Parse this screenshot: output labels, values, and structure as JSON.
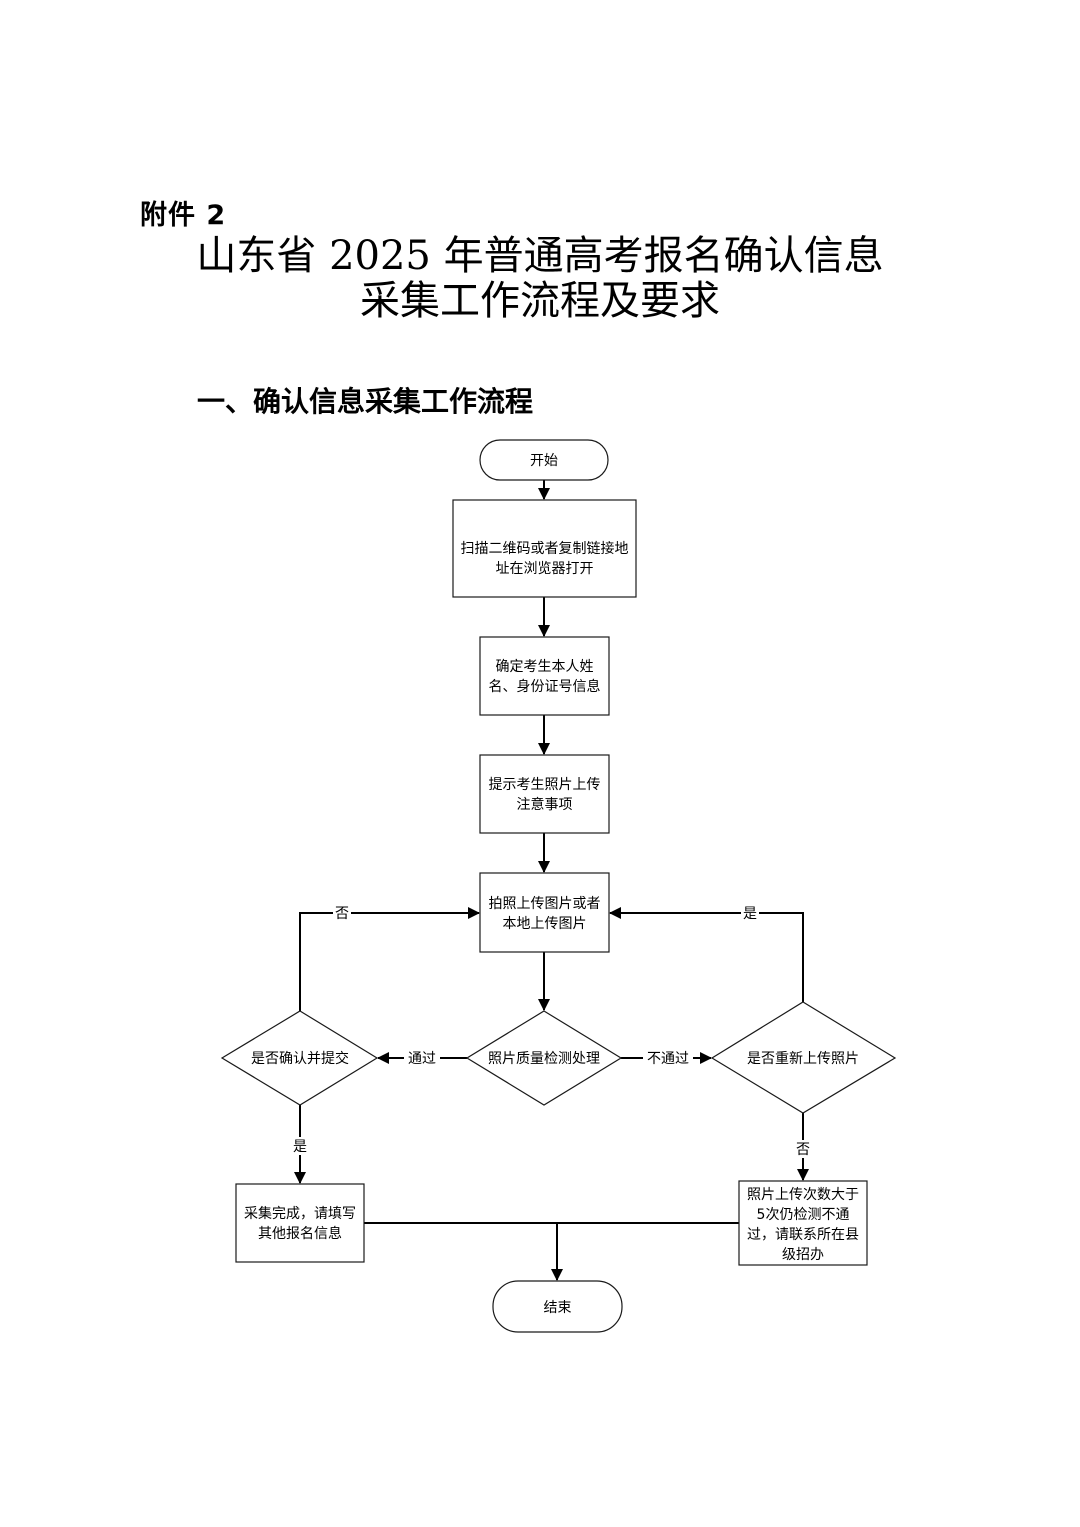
{
  "document": {
    "annex_label": "附件 2",
    "title_line1": "山东省 2025 年普通高考报名确认信息",
    "title_line2": "采集工作流程及要求",
    "section_heading": "一、确认信息采集工作流程"
  },
  "flowchart": {
    "start": "开始",
    "step1": [
      "扫描二维码或者复制链接地",
      "址在浏览器打开"
    ],
    "step2": [
      "确定考生本人姓",
      "名、身份证号信息"
    ],
    "step3": [
      "提示考生照片上传",
      "注意事项"
    ],
    "step4": [
      "拍照上传图片或者",
      "本地上传图片"
    ],
    "decision_quality": "照片质量检测处理",
    "decision_confirm": "是否确认并提交",
    "decision_reupload": "是否重新上传照片",
    "result_complete": [
      "采集完成，请填写",
      "其他报名信息"
    ],
    "result_contact": [
      "照片上传次数大于",
      "5次仍检测不通",
      "过，请联系所在县",
      "级招办"
    ],
    "end": "结束",
    "edge_labels": {
      "pass": "通过",
      "fail": "不通过",
      "confirm_no": "否",
      "confirm_yes": "是",
      "reupload_yes": "是",
      "reupload_no": "否"
    }
  }
}
